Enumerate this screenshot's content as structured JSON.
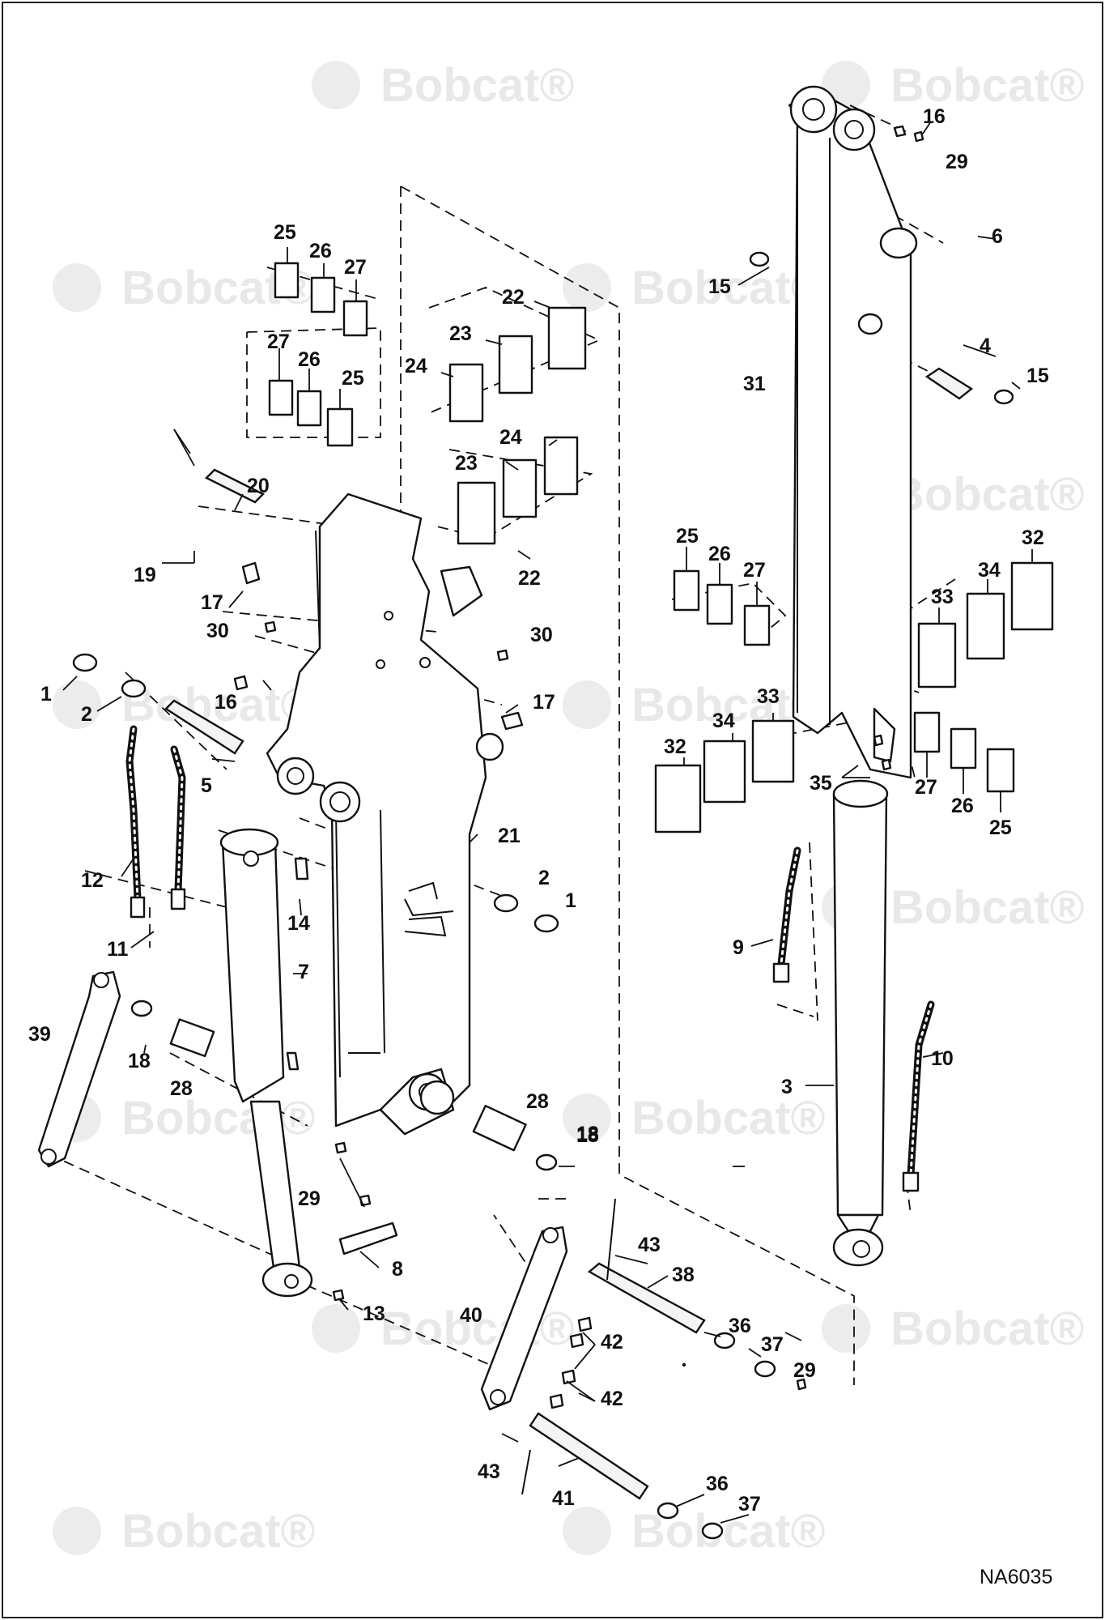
{
  "figure_id": "NA6035",
  "watermark": {
    "brand": "Bobcat",
    "mark": "®"
  },
  "callouts": [
    "1",
    "2",
    "3",
    "4",
    "5",
    "6",
    "7",
    "8",
    "9",
    "10",
    "11",
    "12",
    "13",
    "14",
    "15",
    "16",
    "17",
    "18",
    "19",
    "20",
    "21",
    "22",
    "23",
    "24",
    "25",
    "26",
    "27",
    "28",
    "29",
    "30",
    "31",
    "32",
    "33",
    "34",
    "35",
    "36",
    "37",
    "38",
    "39",
    "40",
    "41",
    "42",
    "43"
  ]
}
